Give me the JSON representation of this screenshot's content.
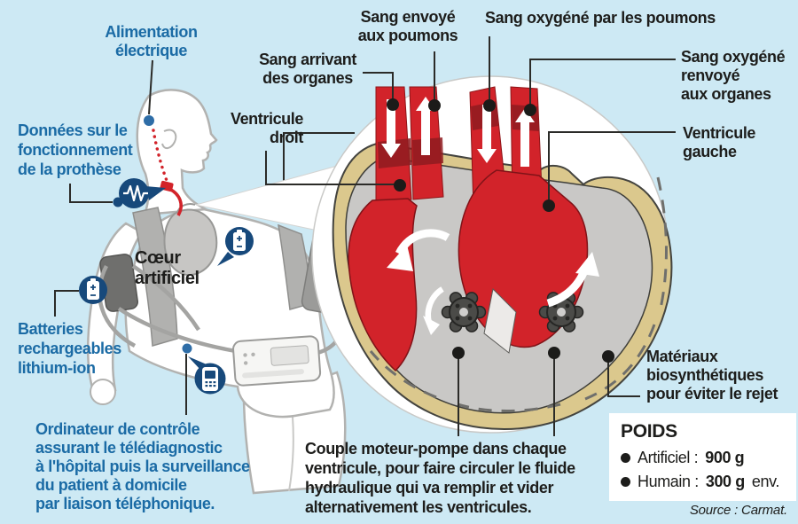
{
  "background_color": "#cde9f4",
  "colors": {
    "label_blue": "#1b6ba5",
    "label_dark": "#1d1d1b",
    "icon_navy": "#17497b",
    "blood_red": "#d2232a",
    "shell_tan": "#dbc88d",
    "interior_gray": "#c9c8c6"
  },
  "person_labels": {
    "power_supply": "Alimentation\nélectrique",
    "prosthesis_data": "Données sur le\nfonctionnement\nde la prothèse",
    "artificial_heart": "Cœur\nartificiel",
    "batteries": "Batteries\nrechargeables\nlithium-ion",
    "control_computer": "Ordinateur de contrôle\nassurant le télédiagnostic\nà l'hôpital puis la surveillance\ndu patient à domicile\npar liaison téléphonique."
  },
  "heart_labels": {
    "blood_to_lungs": "Sang envoyé\naux poumons",
    "blood_oxygenated_by_lungs": "Sang oxygéné par les poumons",
    "blood_from_organs": "Sang arrivant\ndes organes",
    "blood_oxygenated_to_organs": "Sang oxygéné\nrenvoyé\naux organes",
    "right_ventricle": "Ventricule\ndroit",
    "left_ventricle": "Ventricule\ngauche",
    "biosynthetic_materials": "Matériaux\nbiosynthétiques\npour éviter le rejet",
    "motor_pump_caption": "Couple moteur-pompe dans chaque\nventricule, pour faire circuler le fluide\nhydraulique qui va remplir et vider\nalternativement les ventricules."
  },
  "weight_box": {
    "title": "POIDS",
    "items": [
      {
        "label": "Artificiel :",
        "value": "900 g",
        "suffix": ""
      },
      {
        "label": "Humain :",
        "value": "300 g",
        "suffix": "env."
      }
    ]
  },
  "source": "Source : Carmat.",
  "icons": {
    "signal": "ecg-signal-icon",
    "battery": "battery-icon",
    "phone": "mobile-phone-icon",
    "bullet": "bullet-dot-icon"
  }
}
